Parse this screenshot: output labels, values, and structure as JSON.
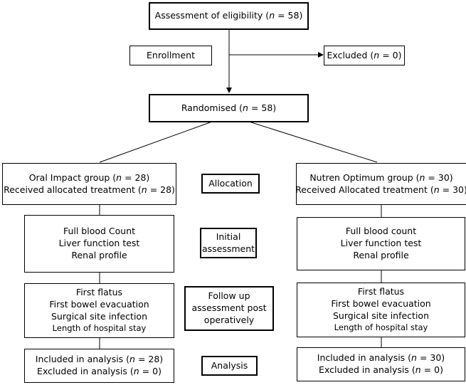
{
  "eligibility": {
    "prefix": "Assessment of eligibility (",
    "n": "n",
    "suffix": " = 58)"
  },
  "enrollment": {
    "label": "Enrollment"
  },
  "excluded": {
    "prefix": "Excluded (",
    "n": "n",
    "suffix": " = 0)"
  },
  "randomised": {
    "prefix": "Randomised (",
    "n": "n",
    "suffix": " = 58)"
  },
  "stages": {
    "allocation": "Allocation",
    "initial_1": "Initial",
    "initial_2": "assessment",
    "follow_1": "Follow up",
    "follow_2": "assessment post",
    "follow_3": "operatively",
    "analysis": "Analysis"
  },
  "left": {
    "group_prefix": "Oral Impact group (",
    "n": "n",
    "group_suffix": " = 28)",
    "received_prefix": "Received allocated treatment (",
    "received_suffix": " = 28)",
    "tests": [
      "Full blood Count",
      "Liver function test",
      "Renal profile"
    ],
    "followup": [
      "First flatus",
      "First bowel evacuation",
      "Surgical site infection",
      "Length of hospital stay"
    ],
    "included_prefix": "Included in analysis (",
    "included_suffix": " = 28)",
    "excluded_prefix": "Excluded in analysis (",
    "excluded_suffix": " = 0)"
  },
  "right": {
    "group_prefix": "Nutren Optimum group (",
    "n": "n",
    "group_suffix": " = 30)",
    "received_prefix": "Received Allocated treatment (",
    "received_suffix": " = 30)",
    "tests": [
      "Full blood count",
      "Liver function test",
      "Renal profile"
    ],
    "followup": [
      "First flatus",
      "First bowel evacuation",
      "Surgical site infection",
      "Length of hospital stay"
    ],
    "included_prefix": "Included in analysis (",
    "included_suffix": " = 30)",
    "excluded_prefix": "Excluded in analysis (",
    "excluded_suffix": " = 0)"
  }
}
